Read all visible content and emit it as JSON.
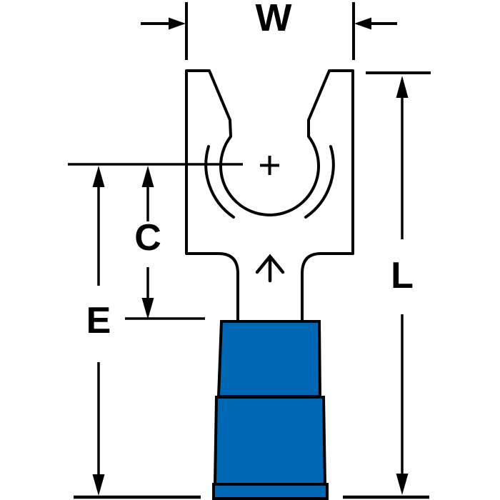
{
  "diagram": {
    "type": "technical-dimension-drawing",
    "subject": "locking fork terminal with insulated barrel",
    "labels": {
      "width": "W",
      "contact_center": "C",
      "edge_distance": "E",
      "overall_length": "L"
    },
    "colors": {
      "insulation_blue": "#0067b4",
      "line_black": "#000000",
      "background": "#ffffff"
    }
  }
}
